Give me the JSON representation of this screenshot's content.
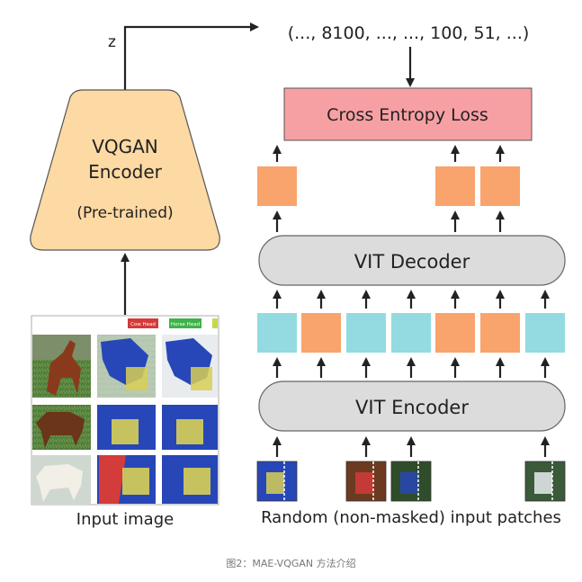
{
  "output_sequence": "(..., 8100, ..., ..., 100, 51, ...)",
  "z_label": "z",
  "loss_label": "Cross Entropy Loss",
  "encoder": {
    "line1": "VQGAN",
    "line2": "Encoder",
    "line3": "(Pre-trained)"
  },
  "vit_decoder_label": "VIT Decoder",
  "vit_encoder_label": "VIT Encoder",
  "input_image_caption": "Input image",
  "patches_caption": "Random (non-masked) input patches",
  "legend": {
    "cow_head": "Cow Head",
    "horse_head": "Horse Head"
  },
  "figure_caption": "图2：MAE-VQGAN 方法介绍",
  "colors": {
    "encoder_fill": "#fdd9a3",
    "loss_fill": "#f7a0a4",
    "orange_token": "#f9a36d",
    "cyan_token": "#93dbe0",
    "vit_block": "#dcdcdc",
    "arrow": "#222222"
  },
  "decoder_output_tokens": [
    "orange",
    "empty",
    "empty",
    "empty",
    "orange",
    "orange",
    "empty"
  ],
  "encoder_output_tokens": [
    "cyan",
    "orange",
    "cyan",
    "cyan",
    "orange",
    "orange",
    "cyan"
  ],
  "input_patch_slots": [
    true,
    false,
    true,
    true,
    false,
    false,
    true
  ]
}
